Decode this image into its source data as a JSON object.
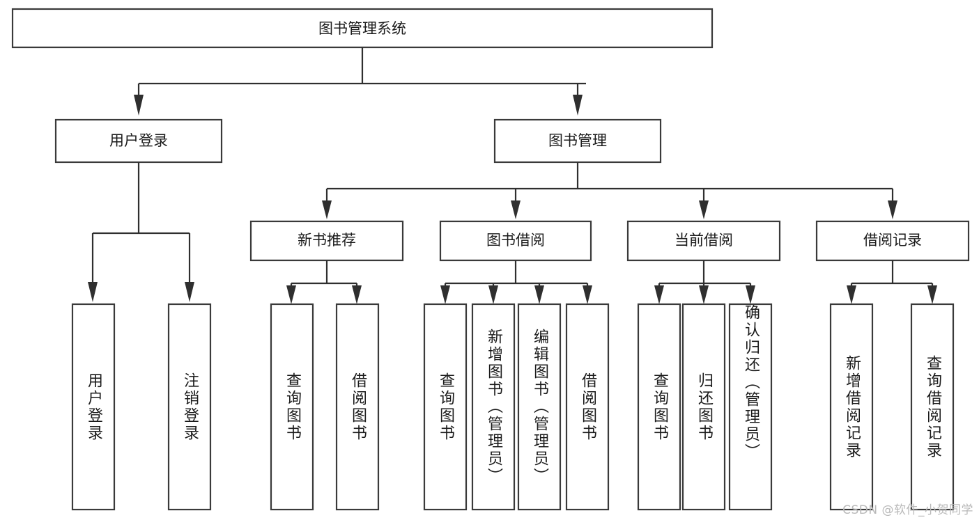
{
  "diagram": {
    "title": "图书管理系统",
    "type": "tree-hierarchy",
    "root": {
      "id": "root",
      "label": "图书管理系统"
    },
    "level2": [
      {
        "id": "user-login",
        "label": "用户登录"
      },
      {
        "id": "book-manage",
        "label": "图书管理"
      }
    ],
    "level3": [
      {
        "id": "new-book-rec",
        "label": "新书推荐",
        "parent": "book-manage"
      },
      {
        "id": "book-borrow",
        "label": "图书借阅",
        "parent": "book-manage"
      },
      {
        "id": "current-borrow",
        "label": "当前借阅",
        "parent": "book-manage"
      },
      {
        "id": "borrow-record",
        "label": "借阅记录",
        "parent": "book-manage"
      }
    ],
    "leaves": {
      "user-login": [
        {
          "id": "leaf-user-login",
          "label": "用户登录"
        },
        {
          "id": "leaf-logout",
          "label": "注销登录"
        }
      ],
      "new-book-rec": [
        {
          "id": "leaf-query-book-1",
          "label": "查询图书"
        },
        {
          "id": "leaf-borrow-book-1",
          "label": "借阅图书"
        }
      ],
      "book-borrow": [
        {
          "id": "leaf-query-book-2",
          "label": "查询图书"
        },
        {
          "id": "leaf-add-book",
          "label": "新增图书（管理员）"
        },
        {
          "id": "leaf-edit-book",
          "label": "编辑图书（管理员）"
        },
        {
          "id": "leaf-borrow-book-2",
          "label": "借阅图书"
        }
      ],
      "current-borrow": [
        {
          "id": "leaf-query-book-3",
          "label": "查询图书"
        },
        {
          "id": "leaf-return-book",
          "label": "归还图书"
        },
        {
          "id": "leaf-confirm-return",
          "label": "确认归还（管理员）"
        }
      ],
      "borrow-record": [
        {
          "id": "leaf-add-record",
          "label": "新增借阅记录"
        },
        {
          "id": "leaf-query-record",
          "label": "查询借阅记录"
        }
      ]
    }
  },
  "watermark": {
    "text": "CSDN @软件_小贺同学"
  },
  "colors": {
    "box_border": "#3a3a3a",
    "connector": "#2f2f2f",
    "text": "#1b1b1b",
    "background": "#ffffff",
    "watermark": "#b9b9b9"
  }
}
